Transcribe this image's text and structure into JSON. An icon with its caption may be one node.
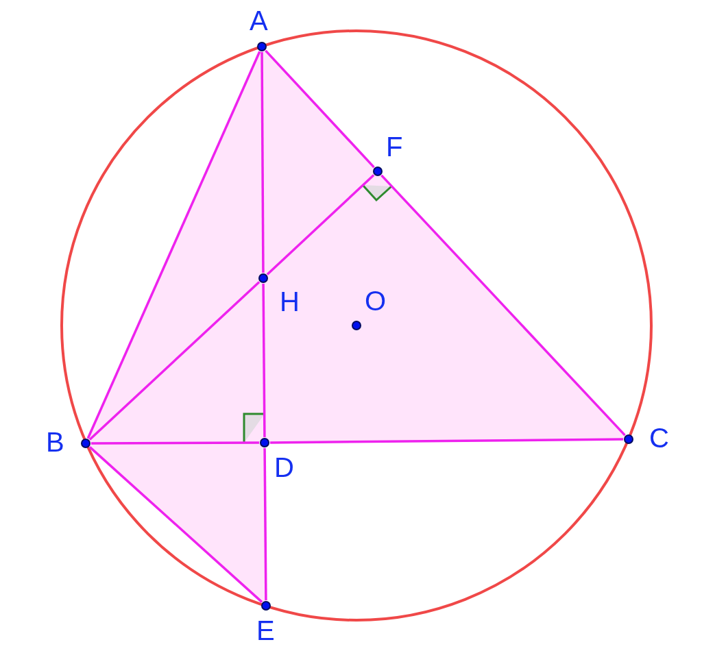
{
  "diagram": {
    "nodes": [
      {
        "text": [],
        "shape": "circle",
        "beside": [
          "A"
        ]
      },
      {
        "text": [],
        "shape": "circle",
        "beside": [
          "F"
        ]
      },
      {
        "text": [],
        "shape": "circle",
        "beside": [
          "H"
        ]
      },
      {
        "text": [],
        "shape": "circle",
        "beside": [
          "O"
        ]
      },
      {
        "text": [],
        "shape": "circle",
        "beside": [
          "B"
        ]
      },
      {
        "text": [],
        "shape": "circle",
        "beside": [
          "D"
        ]
      },
      {
        "text": [],
        "shape": "circle",
        "beside": [
          "C"
        ]
      },
      {
        "text": [],
        "shape": "circle",
        "beside": [
          "E"
        ]
      }
    ],
    "edges": [
      {
        "from": 0,
        "to": 4,
        "arrow": "none"
      },
      {
        "from": 0,
        "to": 1,
        "arrow": "none"
      },
      {
        "from": 1,
        "to": 6,
        "arrow": "none"
      },
      {
        "from": 4,
        "to": 5,
        "arrow": "none"
      },
      {
        "from": 5,
        "to": 6,
        "arrow": "none"
      },
      {
        "from": 0,
        "to": 2,
        "arrow": "none"
      },
      {
        "from": 2,
        "to": 5,
        "arrow": "none"
      },
      {
        "from": 5,
        "to": 7,
        "arrow": "none"
      },
      {
        "from": 4,
        "to": 2,
        "arrow": "none"
      },
      {
        "from": 2,
        "to": 1,
        "arrow": "none"
      },
      {
        "from": 4,
        "to": 7,
        "arrow": "none"
      }
    ]
  }
}
